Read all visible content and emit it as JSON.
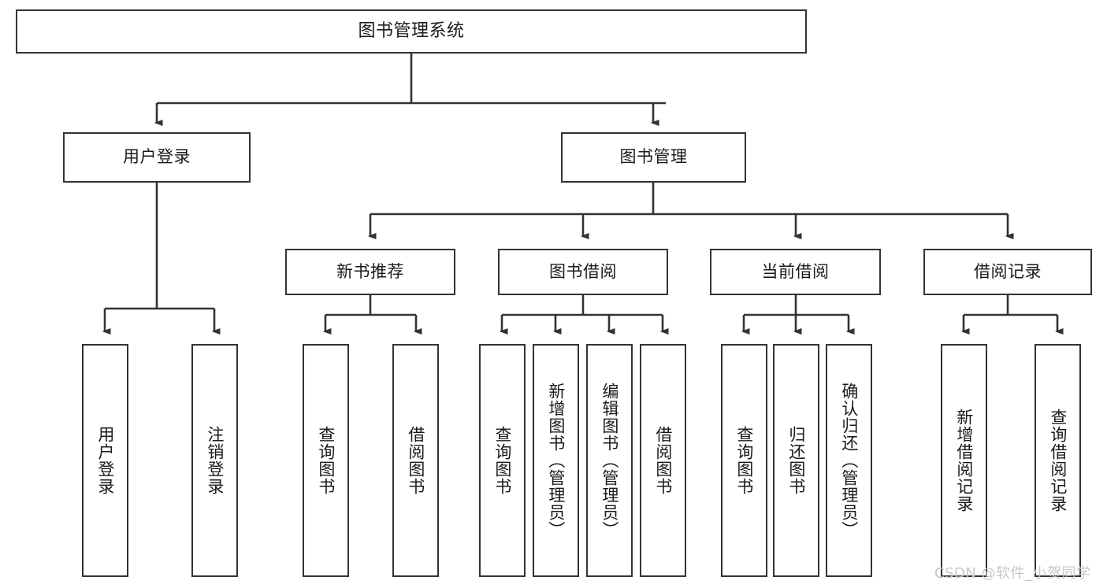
{
  "diagram": {
    "title": "图书管理系统",
    "type": "tree-hierarchy-functional-structure",
    "background_color": "#ffffff",
    "box_border_color": "#333333",
    "edge_color": "#333333",
    "text_color": "#1a1a1a"
  },
  "nodes": {
    "root": {
      "label": "图书管理系统"
    },
    "level2": [
      {
        "label": "用户登录"
      },
      {
        "label": "图书管理"
      }
    ],
    "level3": [
      {
        "label": "新书推荐"
      },
      {
        "label": "图书借阅"
      },
      {
        "label": "当前借阅"
      },
      {
        "label": "借阅记录"
      }
    ],
    "leaves": {
      "user_login": [
        {
          "label": "用户登录"
        },
        {
          "label": "注销登录"
        }
      ],
      "new_book_recommend": [
        {
          "label": "查询图书"
        },
        {
          "label": "借阅图书"
        }
      ],
      "book_borrow": [
        {
          "label": "查询图书"
        },
        {
          "label": "新增图书（管理员）"
        },
        {
          "label": "编辑图书（管理员）"
        },
        {
          "label": "借阅图书"
        }
      ],
      "current_borrow": [
        {
          "label": "查询图书"
        },
        {
          "label": "归还图书"
        },
        {
          "label": "确认归还（管理员）"
        }
      ],
      "borrow_records": [
        {
          "label": "新增借阅记录"
        },
        {
          "label": "查询借阅记录"
        }
      ]
    }
  },
  "watermark": {
    "text": "CSDN @软件_小贺同学",
    "color": "#c8c8c8"
  }
}
